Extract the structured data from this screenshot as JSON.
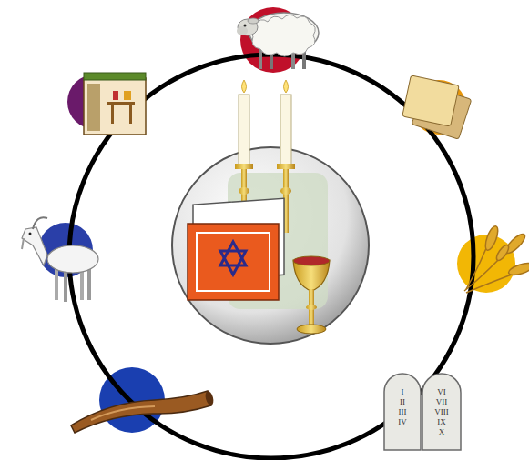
{
  "diagram": {
    "nodes": [
      {
        "text": [
          "I",
          "II",
          "III",
          "IV"
        ]
      },
      {
        "text": [
          "VI",
          "VII",
          "VIII",
          "IX",
          "X"
        ]
      }
    ]
  }
}
